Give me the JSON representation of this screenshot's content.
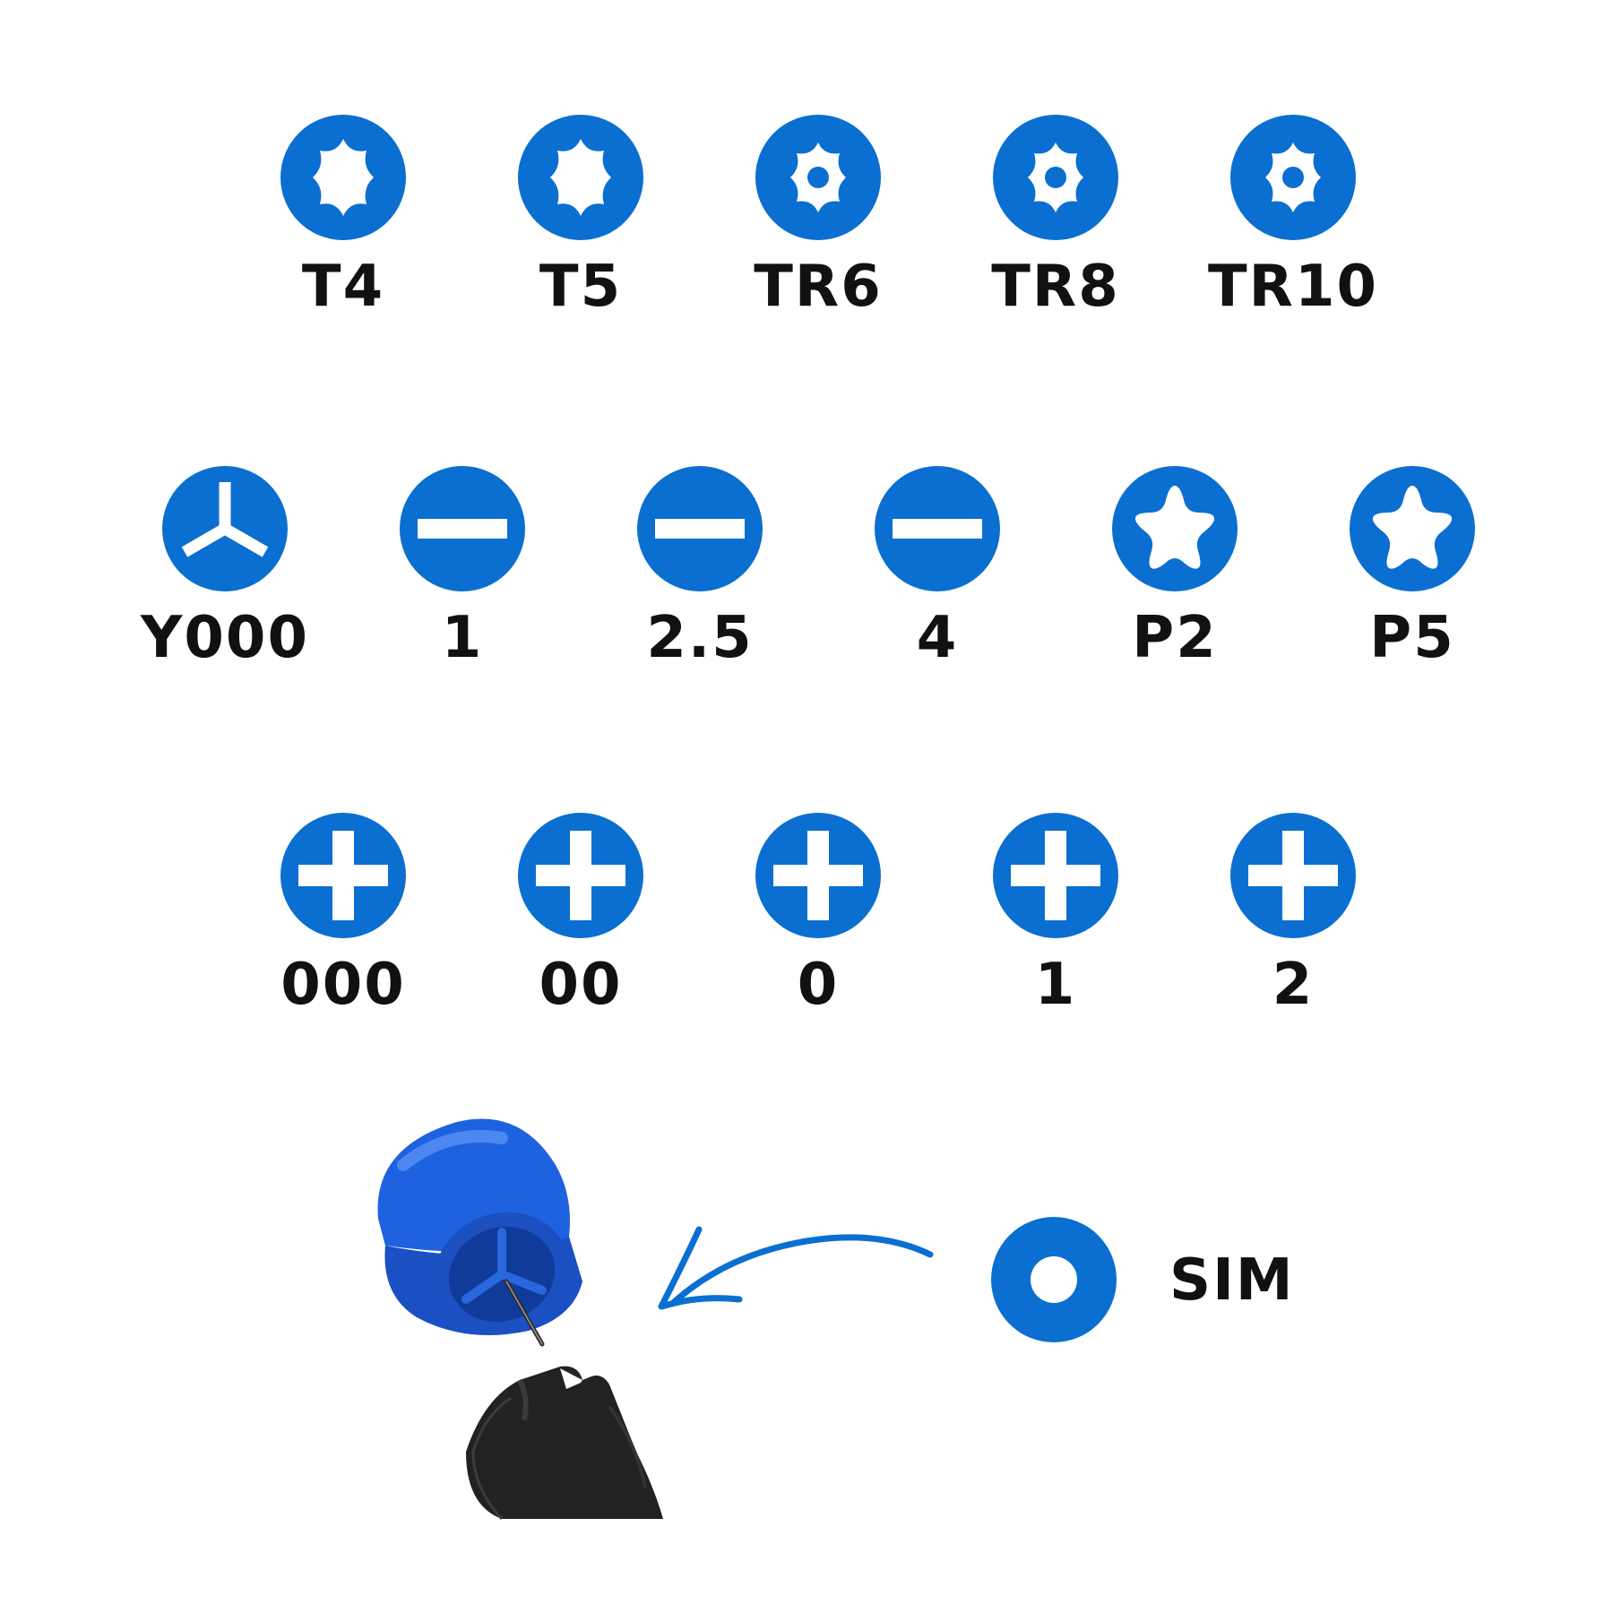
{
  "colors": {
    "accent": "#0a6fd0",
    "text": "#111111",
    "background": "#ffffff"
  },
  "rows": [
    {
      "bits": [
        {
          "label": "T4",
          "icon": "torx-icon"
        },
        {
          "label": "T5",
          "icon": "torx-icon"
        },
        {
          "label": "TR6",
          "icon": "torx-security-icon"
        },
        {
          "label": "TR8",
          "icon": "torx-security-icon"
        },
        {
          "label": "TR10",
          "icon": "torx-security-icon"
        }
      ]
    },
    {
      "bits": [
        {
          "label": "Y000",
          "icon": "tri-wing-icon"
        },
        {
          "label": "1",
          "icon": "flathead-icon"
        },
        {
          "label": "2.5",
          "icon": "flathead-icon"
        },
        {
          "label": "4",
          "icon": "flathead-icon"
        },
        {
          "label": "P2",
          "icon": "pentalobe-icon"
        },
        {
          "label": "P5",
          "icon": "pentalobe-icon"
        }
      ]
    },
    {
      "bits": [
        {
          "label": "000",
          "icon": "phillips-icon"
        },
        {
          "label": "00",
          "icon": "phillips-icon"
        },
        {
          "label": "0",
          "icon": "phillips-icon"
        },
        {
          "label": "1",
          "icon": "phillips-icon"
        },
        {
          "label": "2",
          "icon": "phillips-icon"
        }
      ]
    }
  ],
  "sim": {
    "label": "SIM",
    "icon": "sim-eject-icon"
  },
  "illustration": {
    "icon": "driver-cap-sim-tool-icon",
    "arrow": "curved-arrow-icon"
  }
}
